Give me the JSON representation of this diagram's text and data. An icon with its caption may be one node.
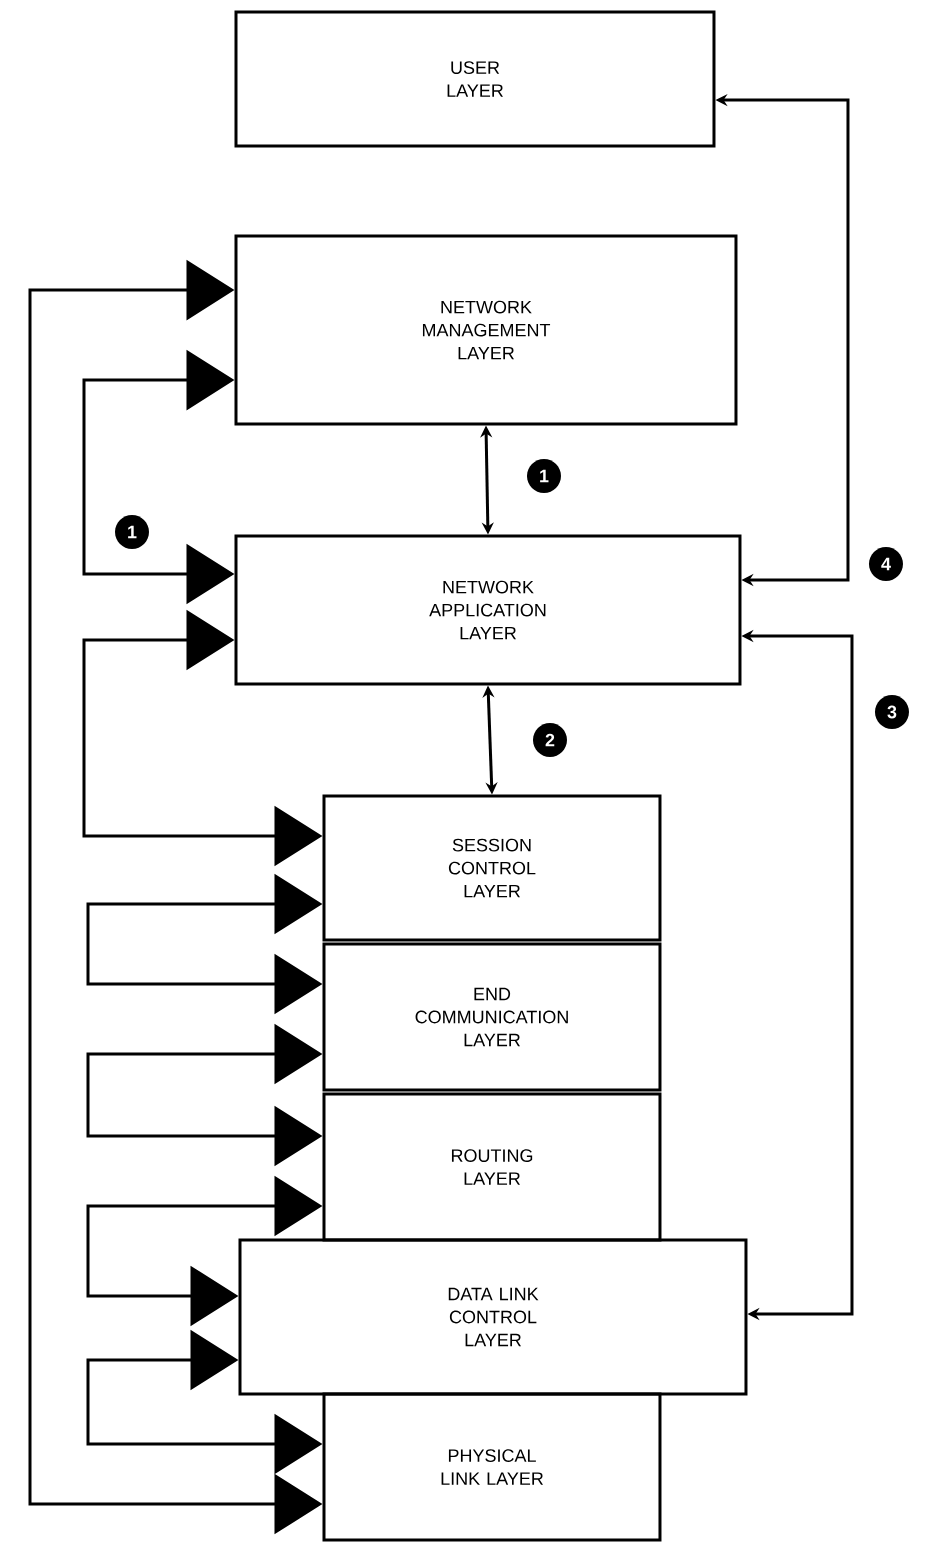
{
  "diagram": {
    "nodes": [
      {
        "text": [
          "USER LAYER"
        ]
      },
      {
        "text": [
          "NETWORK MANAGEMENT LAYER"
        ]
      },
      {
        "text": [
          "NETWORK APPLICATION LAYER"
        ]
      },
      {
        "text": [
          "SESSION CONTROL LAYER"
        ]
      },
      {
        "text": [
          "END COMMUNICATION LAYER"
        ]
      },
      {
        "text": [
          "ROUTING LAYER"
        ]
      },
      {
        "text": [
          "DATA LINK CONTROL LAYER"
        ]
      },
      {
        "text": [
          "PHYSICAL LINK LAYER"
        ]
      }
    ],
    "edges": [
      {
        "from": 0,
        "to": 2,
        "arrow": "both",
        "label": "4"
      },
      {
        "from": 1,
        "to": 2,
        "arrow": "both",
        "label": "1"
      },
      {
        "from": 1,
        "to": 2,
        "arrow": "both",
        "label": "1"
      },
      {
        "from": 2,
        "to": 3,
        "arrow": "both",
        "label": "2"
      },
      {
        "from": 2,
        "to": 3,
        "arrow": "both"
      },
      {
        "from": 3,
        "to": 4,
        "arrow": "both"
      },
      {
        "from": 4,
        "to": 5,
        "arrow": "both"
      },
      {
        "from": 5,
        "to": 6,
        "arrow": "both"
      },
      {
        "from": 6,
        "to": 7,
        "arrow": "both"
      },
      {
        "from": 1,
        "to": 7,
        "arrow": "both"
      },
      {
        "from": 2,
        "to": 6,
        "arrow": "both",
        "label": "3"
      }
    ]
  }
}
